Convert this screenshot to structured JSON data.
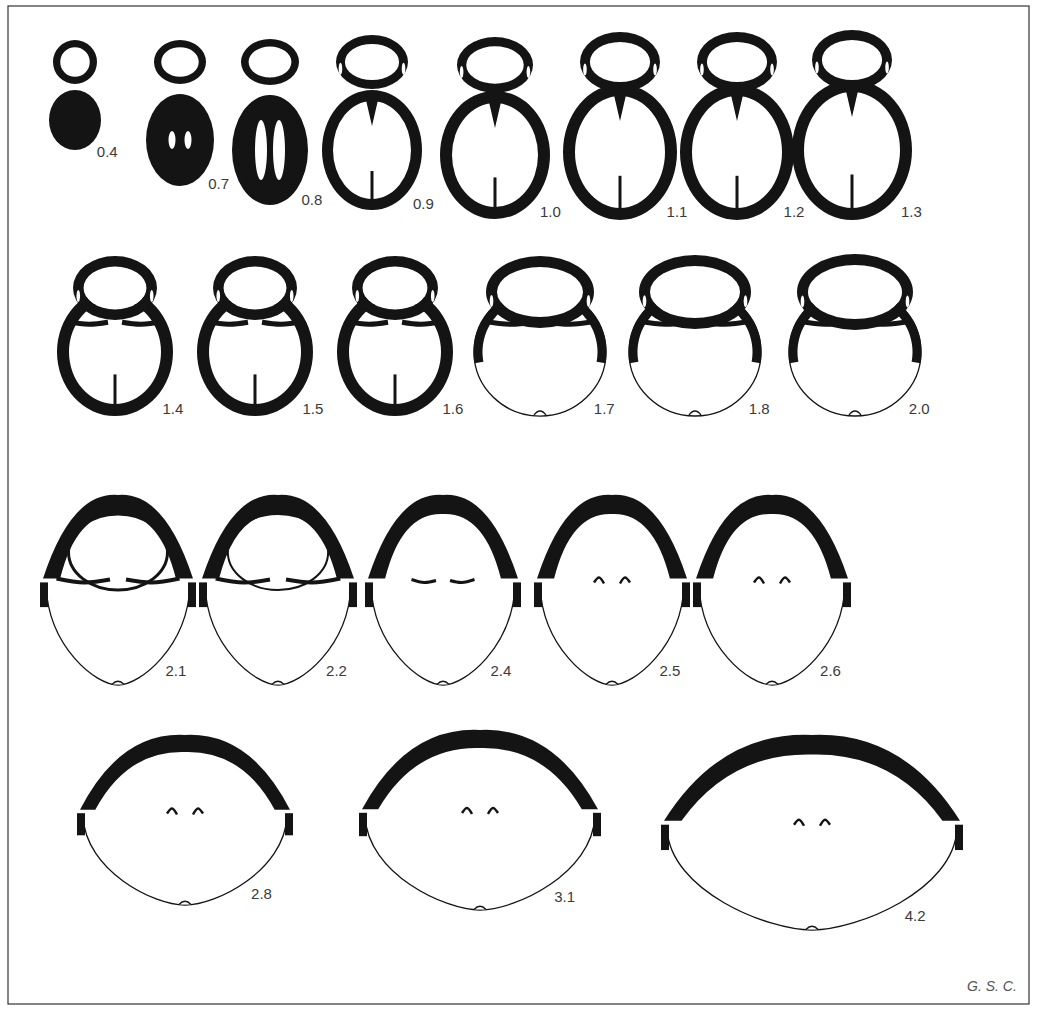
{
  "diagram": {
    "labels": [
      "0.4",
      "0.7",
      "0.8",
      "0.9",
      "1.0",
      "1.1",
      "1.2",
      "1.3",
      "1.4",
      "1.5",
      "1.6",
      "1.7",
      "1.8",
      "2.0",
      "2.1",
      "2.2",
      "2.4",
      "2.5",
      "2.6",
      "2.8",
      "3.1",
      "4.2",
      "G. S. C."
    ]
  }
}
